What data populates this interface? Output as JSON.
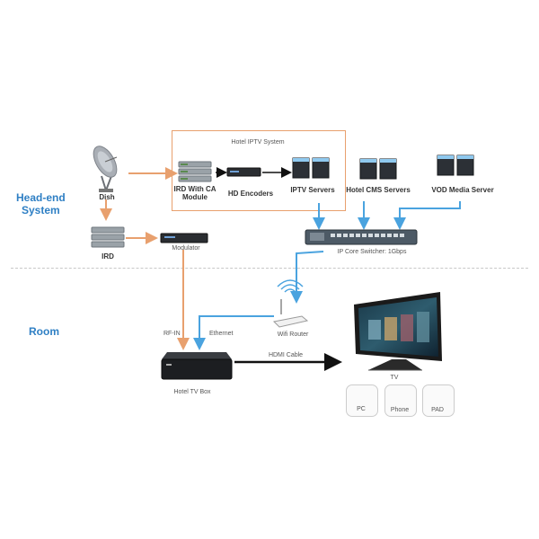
{
  "sections": {
    "headend": "Head-end\nSystem",
    "room": "Room"
  },
  "box_title": "Hotel IPTV System",
  "nodes": {
    "dish": "Dish",
    "ird_ca": "IRD With CA\nModule",
    "hd_encoders": "HD Encoders",
    "iptv_servers": "IPTV Servers",
    "cms_servers": "Hotel CMS Servers",
    "vod_server": "VOD Media Server",
    "ird": "IRD",
    "modulator": "Modulator",
    "core_switch": "IP Core Switcher: 1Gbps",
    "wifi_router": "Wifi Router",
    "tv_box": "Hotel TV Box",
    "tv": "TV"
  },
  "links": {
    "rf_in": "RF-IN",
    "ethernet": "Ethernet",
    "hdmi": "HDMI Cable"
  },
  "devices": [
    "PC",
    "Phone",
    "PAD"
  ],
  "colors": {
    "rf": "#e8a06e",
    "ip": "#4aa3df",
    "hdmi": "#111111",
    "heading": "#2e7fc4"
  }
}
